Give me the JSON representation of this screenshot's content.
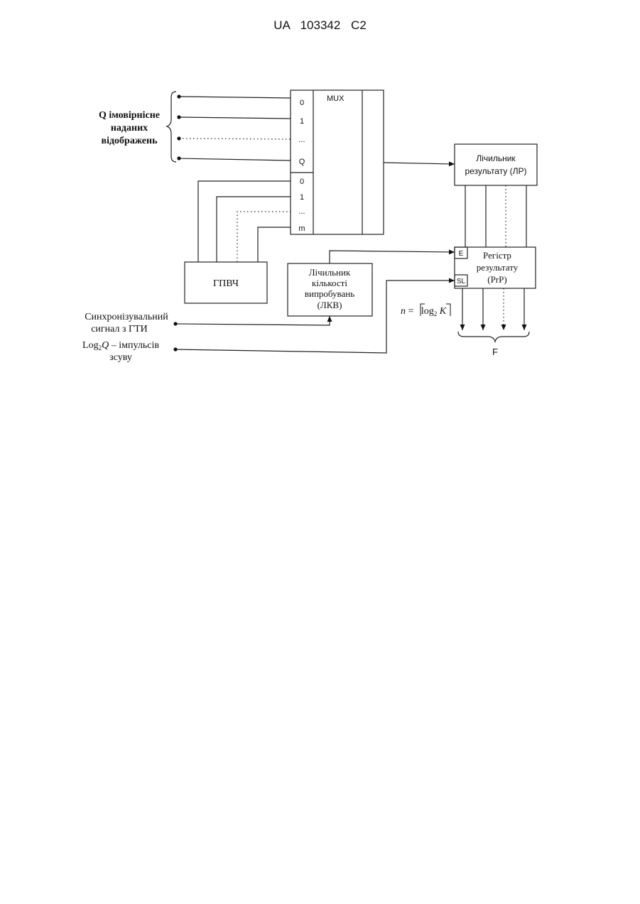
{
  "header": {
    "patent_number": "UA   103342   C2"
  },
  "diagram": {
    "inputs_label": [
      "Q імовірнісне",
      "наданих",
      "відображень"
    ],
    "mux": {
      "title": "MUX",
      "upper_inputs": [
        "0",
        "1",
        "...",
        "Q"
      ],
      "lower_inputs": [
        "0",
        "1",
        "...",
        "m"
      ]
    },
    "gpvch": "ГПВЧ",
    "lkv": [
      "Лічильник",
      "кількості",
      "випробувань",
      "(ЛКВ)"
    ],
    "lr": [
      "Лічильник",
      "результату (ЛР)"
    ],
    "prp": {
      "title": [
        "Регістр",
        "результату",
        "(PrP)"
      ],
      "pin_e": "E",
      "pin_sl": "SL"
    },
    "sync_label": [
      "Синхронізувальний",
      "сигнал з ГТИ"
    ],
    "shift_label": {
      "prefix": "Log",
      "sub": "2",
      "var": "Q",
      "suffix": " – імпульсів",
      "line2": "зсуву"
    },
    "formula": {
      "lhs": "n",
      "eq": " = ",
      "log": "log",
      "sub": "2",
      "var": " K"
    },
    "output_label": "F"
  }
}
